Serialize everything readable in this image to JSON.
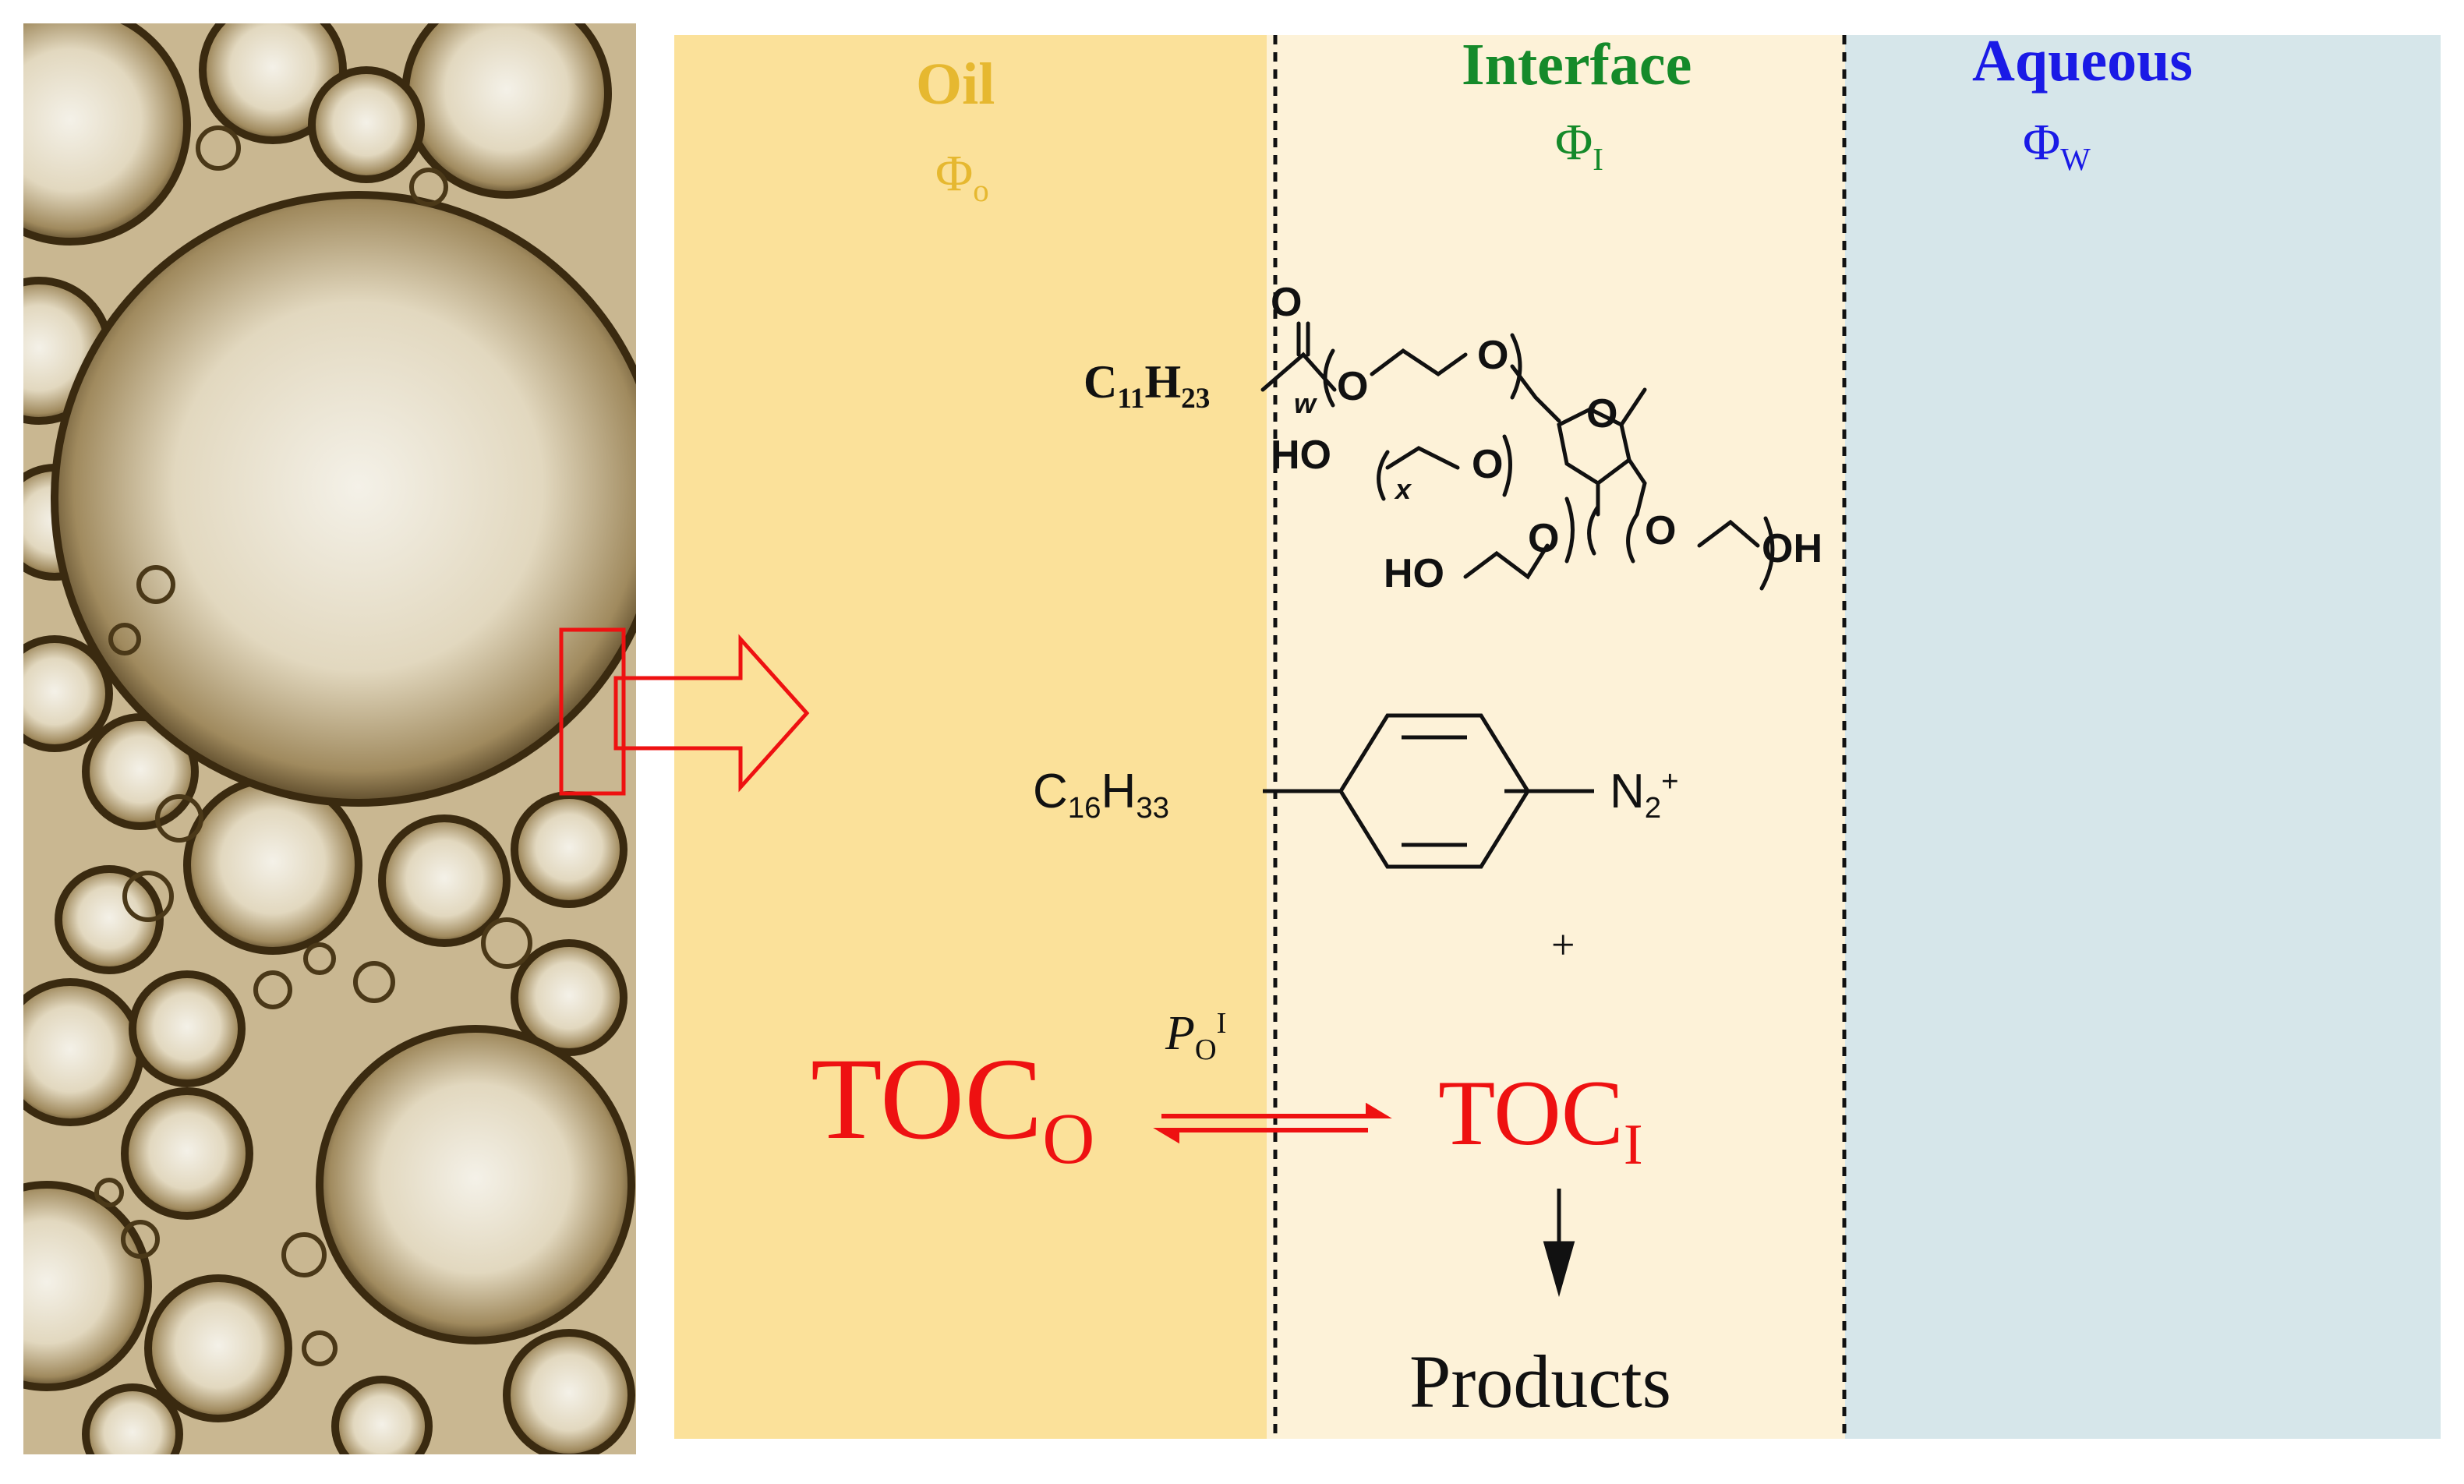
{
  "colors": {
    "oil": "#fbe19a",
    "interface": "#fdf2d8",
    "aqueous": "#d6e6ea",
    "oil_text": "#e6b830",
    "interface_text": "#158a2a",
    "aqueous_text": "#1a1ae6",
    "reaction_red": "#ee1111",
    "microscope_bg": "#c9b791",
    "bubble_edge": "#3a2a10"
  },
  "phases": {
    "oil": {
      "label": "Oil",
      "symbol": "Φ",
      "subscript": "o"
    },
    "interface": {
      "label": "Interface",
      "symbol": "Φ",
      "subscript": "I"
    },
    "aqueous": {
      "label": "Aqueous",
      "symbol": "Φ",
      "subscript": "W"
    }
  },
  "molecule1": {
    "tail": "C",
    "tail_sub1": "11",
    "tail_h": "H",
    "tail_sub2": "23",
    "carbonyl_o": "O",
    "w": "w",
    "x": "x",
    "o": "O",
    "ho": "HO",
    "oh": "OH"
  },
  "molecule2": {
    "tail": "C",
    "tail_sub1": "16",
    "tail_h": "H",
    "tail_sub2": "33",
    "head": "N",
    "head_sub": "2",
    "head_sup": "+"
  },
  "plus": "+",
  "reaction": {
    "left": "TOC",
    "left_sub": "O",
    "right": "TOC",
    "right_sub": "I",
    "constant": "P",
    "constant_sub": "O",
    "constant_sup": "I",
    "products": "Products"
  }
}
